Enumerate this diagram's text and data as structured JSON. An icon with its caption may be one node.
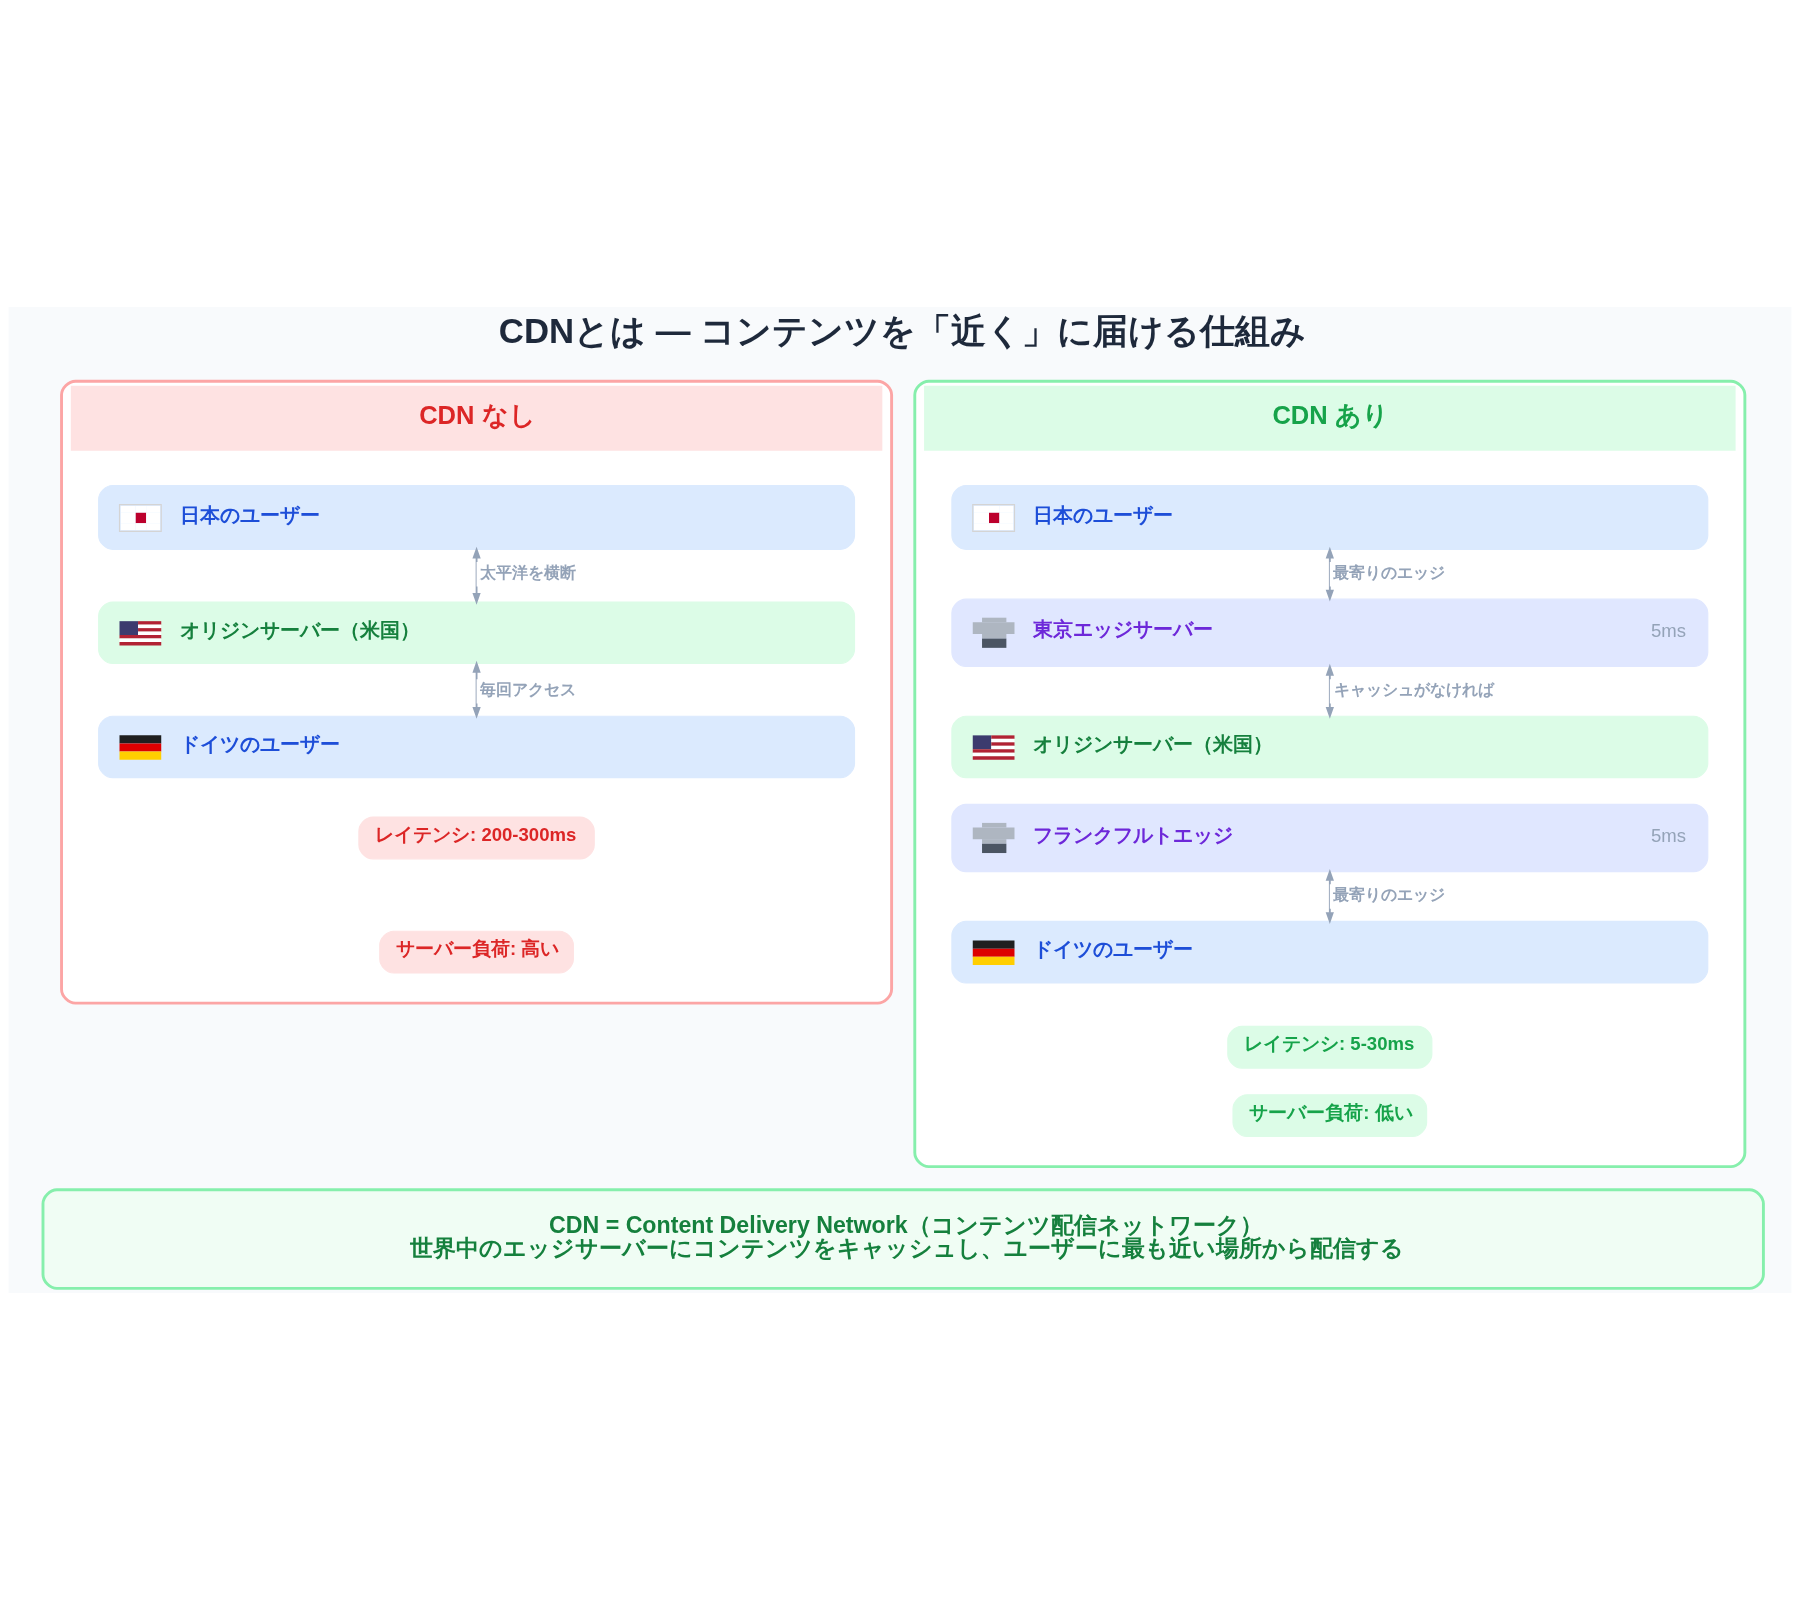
{
  "diagram": {
    "title": "CDNとは — コンテンツを「近く」に届ける仕組み",
    "nodes": [
      {
        "text": [
          "CDN なし"
        ]
      },
      {
        "text": [
          "日本のユーザー"
        ],
        "in": 0
      },
      {
        "text": [
          "オリジンサーバー（米国）"
        ],
        "in": 0
      },
      {
        "text": [
          "ドイツのユーザー"
        ],
        "in": 0
      },
      {
        "text": [
          "レイテンシ: 200-300ms"
        ],
        "in": 0
      },
      {
        "text": [
          "サーバー負荷: 高い"
        ],
        "in": 0
      },
      {
        "text": [
          "CDN あり"
        ]
      },
      {
        "text": [
          "日本のユーザー"
        ],
        "in": 6
      },
      {
        "text": [
          "東京エッジサーバー",
          "5ms"
        ],
        "in": 6
      },
      {
        "text": [
          "オリジンサーバー（米国）"
        ],
        "in": 6
      },
      {
        "text": [
          "フランクフルトエッジ",
          "5ms"
        ],
        "in": 6
      },
      {
        "text": [
          "ドイツのユーザー"
        ],
        "in": 6
      },
      {
        "text": [
          "レイテンシ: 5-30ms"
        ],
        "in": 6
      },
      {
        "text": [
          "サーバー負荷: 低い"
        ],
        "in": 6
      },
      {
        "text": [
          "CDN = Content Delivery Network（コンテンツ配信ネットワーク）",
          "世界中のエッジサーバーにコンテンツをキャッシュし、ユーザーに最も近い場所から配信する"
        ]
      }
    ],
    "edges": [
      {
        "from": 1,
        "to": 2,
        "arrow": "both",
        "label": "太平洋を横断"
      },
      {
        "from": 2,
        "to": 3,
        "arrow": "both",
        "label": "毎回アクセス"
      },
      {
        "from": 7,
        "to": 8,
        "arrow": "both",
        "label": "最寄りのエッジ"
      },
      {
        "from": 8,
        "to": 9,
        "arrow": "both",
        "label": "キャッシュがなければ"
      },
      {
        "from": 10,
        "to": 11,
        "arrow": "both",
        "label": "最寄りのエッジ"
      }
    ]
  }
}
